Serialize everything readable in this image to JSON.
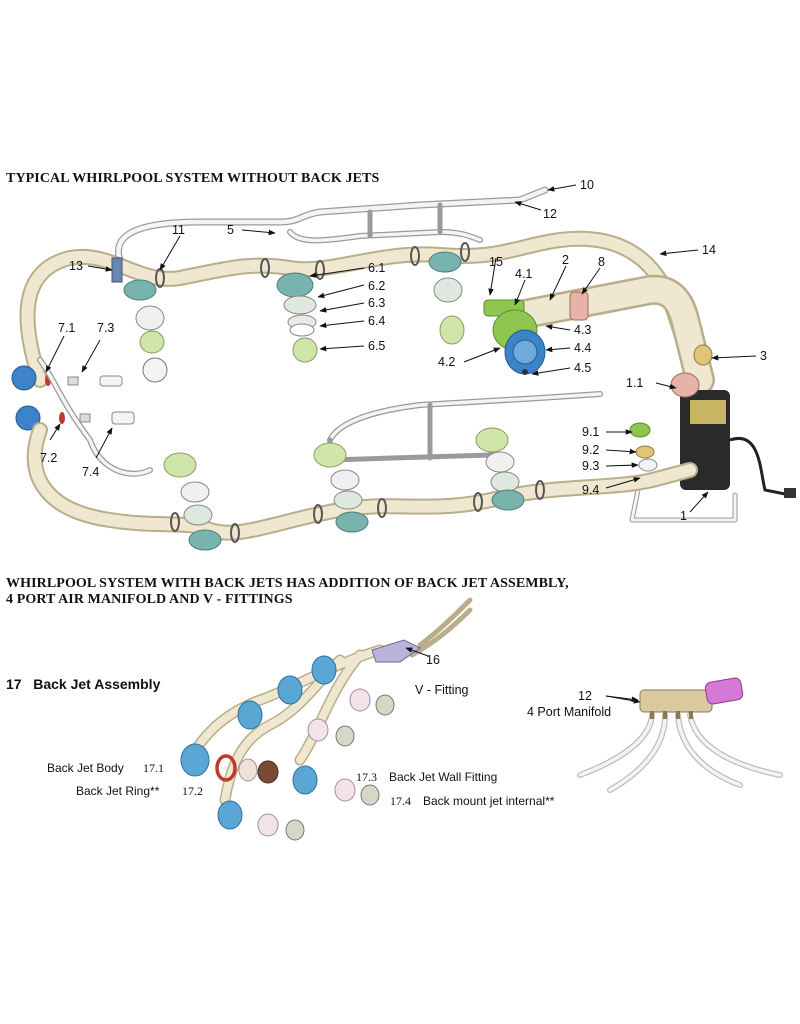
{
  "headings": {
    "top": "TYPICAL WHIRLPOOL SYSTEM WITHOUT BACK JETS",
    "middle_line1": "WHIRLPOOL SYSTEM WITH BACK JETS  HAS ADDITION OF BACK JET ASSEMBLY,",
    "middle_line2": "4 PORT AIR MANIFOLD AND  V - FITTINGS"
  },
  "section17": {
    "number": "17",
    "title": "Back Jet Assembly"
  },
  "callouts": {
    "c10": "10",
    "c12a": "12",
    "c5": "5",
    "c11": "11",
    "c13": "13",
    "c15": "15",
    "c41": "4.1",
    "c2": "2",
    "c8": "8",
    "c14": "14",
    "c61": "6.1",
    "c62": "6.2",
    "c63": "6.3",
    "c64": "6.4",
    "c65": "6.5",
    "c43": "4.3",
    "c44": "4.4",
    "c42": "4.2",
    "c45": "4.5",
    "c71": "7.1",
    "c73": "7.3",
    "c72": "7.2",
    "c74": "7.4",
    "c3": "3",
    "c11b": "1.1",
    "c91": "9.1",
    "c92": "9.2",
    "c93": "9.3",
    "c94": "9.4",
    "c1": "1"
  },
  "backjet": {
    "c16": "16",
    "vfitting": "V - Fitting",
    "c12b": "12",
    "manifold": "4 Port Manifold",
    "body_label": "Back Jet Body",
    "body_num": "17.1",
    "ring_label": "Back Jet  Ring**",
    "ring_num": "17.2",
    "wall_num": "17.3",
    "wall_label": "Back Jet Wall Fitting",
    "internal_num": "17.4",
    "internal_label": "Back mount jet internal**"
  },
  "colors": {
    "hose": "#efe7cf",
    "hose_edge": "#b9ad8a",
    "air_line": "#f4f4f4",
    "air_edge": "#9a9a9a",
    "jet_blue": "#5aa7d6",
    "jet_teal": "#79b3ad",
    "fitting_green": "#8fc64f",
    "pump_blue": "#3d83c9",
    "ring_red": "#c0392b",
    "ring_brown": "#7a4a36",
    "manifold_tan": "#d9c9a0",
    "pink_cap": "#d678d6",
    "pump_dark": "#2a2a2a"
  }
}
